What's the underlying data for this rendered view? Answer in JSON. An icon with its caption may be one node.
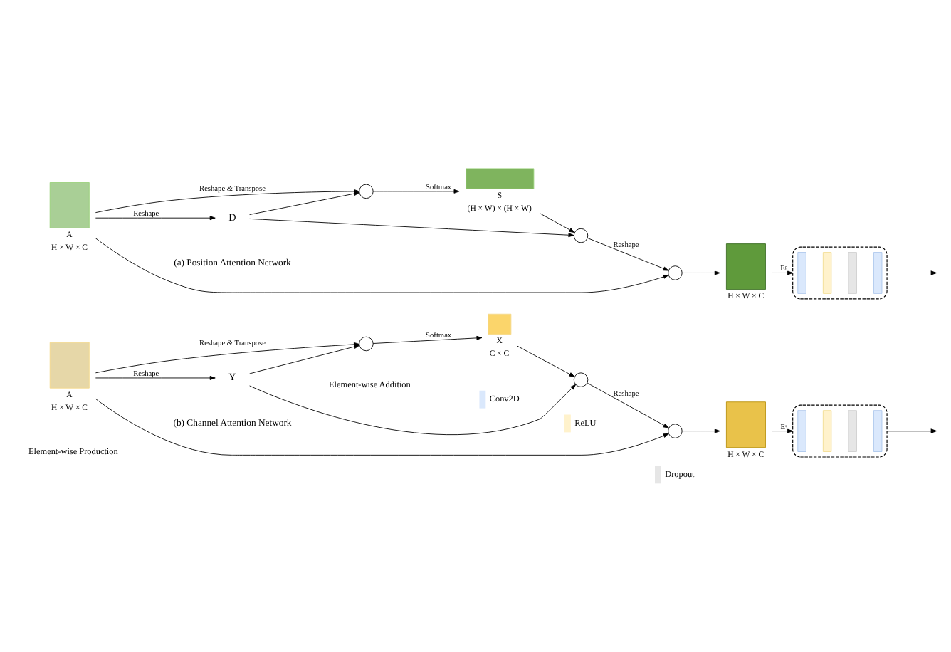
{
  "diagram": {
    "nodes": [
      {
        "text": [],
        "shape": "box",
        "beside": [
          "A",
          "H × W × C"
        ]
      },
      {
        "text": [],
        "shape": "circle"
      },
      {
        "text": [],
        "shape": "box",
        "beside": [
          "S",
          "(H × W) × (H × W)"
        ]
      },
      {
        "text": [
          "D"
        ]
      },
      {
        "text": [],
        "shape": "circle"
      },
      {
        "text": [],
        "shape": "circle"
      },
      {
        "text": [],
        "shape": "box",
        "beside": [
          "H × W × C"
        ]
      },
      {
        "text": [],
        "shape": "box"
      },
      {
        "text": [],
        "shape": "bar",
        "in": 7
      },
      {
        "text": [],
        "shape": "bar",
        "in": 7
      },
      {
        "text": [],
        "shape": "bar",
        "in": 7
      },
      {
        "text": [],
        "shape": "bar",
        "in": 7
      },
      {
        "text": [],
        "shape": "box",
        "beside": [
          "A",
          "H × W × C"
        ]
      },
      {
        "text": [],
        "shape": "circle"
      },
      {
        "text": [],
        "shape": "box",
        "beside": [
          "X",
          "C × C"
        ]
      },
      {
        "text": [
          "Y"
        ]
      },
      {
        "text": [],
        "shape": "circle"
      },
      {
        "text": [],
        "shape": "circle"
      },
      {
        "text": [],
        "shape": "box",
        "beside": [
          "H × W × C"
        ]
      },
      {
        "text": [],
        "shape": "box"
      },
      {
        "text": [],
        "shape": "bar",
        "in": 19
      },
      {
        "text": [],
        "shape": "bar",
        "in": 19
      },
      {
        "text": [],
        "shape": "bar",
        "in": 19
      },
      {
        "text": [],
        "shape": "bar",
        "in": 19
      }
    ],
    "edges": [
      {
        "from": 0,
        "to": 1,
        "arrow": "to",
        "label": "Reshape & Transpose"
      },
      {
        "from": 0,
        "to": 3,
        "arrow": "to",
        "label": "Reshape"
      },
      {
        "from": 3,
        "to": 1,
        "arrow": "to"
      },
      {
        "from": 1,
        "to": 2,
        "arrow": "to",
        "label": "Softmax"
      },
      {
        "from": 2,
        "to": 4,
        "arrow": "to"
      },
      {
        "from": 3,
        "to": 4,
        "arrow": "to"
      },
      {
        "from": 4,
        "to": 5,
        "arrow": "to",
        "label": "Reshape"
      },
      {
        "from": 0,
        "to": 5,
        "arrow": "to"
      },
      {
        "from": 5,
        "to": 6,
        "arrow": "to"
      },
      {
        "from": 6,
        "to": 7,
        "arrow": "to",
        "label": "Eᵖ"
      },
      {
        "from": 7,
        "to": null,
        "arrow": "to"
      },
      {
        "from": 12,
        "to": 13,
        "arrow": "to",
        "label": "Reshape & Transpose"
      },
      {
        "from": 12,
        "to": 15,
        "arrow": "to",
        "label": "Reshape"
      },
      {
        "from": 15,
        "to": 13,
        "arrow": "to"
      },
      {
        "from": 13,
        "to": 14,
        "arrow": "to",
        "label": "Softmax"
      },
      {
        "from": 14,
        "to": 16,
        "arrow": "to"
      },
      {
        "from": 15,
        "to": 16,
        "arrow": "to"
      },
      {
        "from": 16,
        "to": 17,
        "arrow": "to",
        "label": "Reshape"
      },
      {
        "from": 12,
        "to": 17,
        "arrow": "to"
      },
      {
        "from": 17,
        "to": 18,
        "arrow": "to"
      },
      {
        "from": 18,
        "to": 19,
        "arrow": "to",
        "label": "Eᶜ"
      },
      {
        "from": 19,
        "to": null,
        "arrow": "to"
      }
    ],
    "labels": [
      "(a) Position Attention Network",
      "(b) Channel Attention Network"
    ],
    "legend": [
      {
        "text": "Element-wise Production"
      },
      {
        "text": "Element-wise Addition"
      },
      {
        "text": "Conv2D",
        "color": "#dae8fc"
      },
      {
        "text": "ReLU",
        "color": "#fff2cc"
      },
      {
        "text": "Dropout",
        "color": "#e6e6e6"
      }
    ]
  }
}
